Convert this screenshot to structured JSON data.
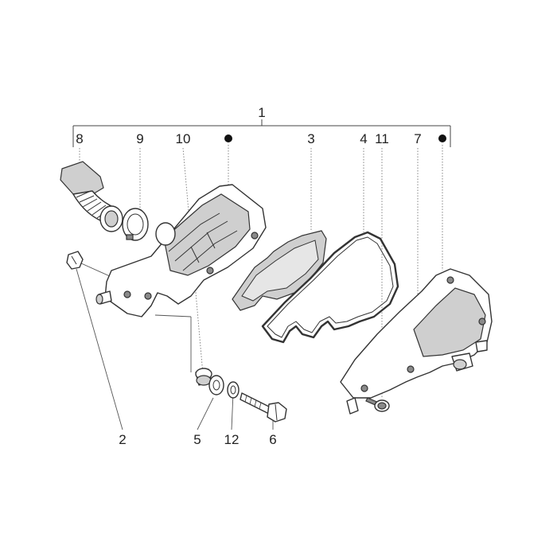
{
  "diagram": {
    "callouts": {
      "c1": "1",
      "c2": "2",
      "c3": "3",
      "c4": "4",
      "c5": "5",
      "c6": "6",
      "c7": "7",
      "c8": "8",
      "c9": "9",
      "c10": "10",
      "c11": "11",
      "c12": "12"
    },
    "marker_color": "#111111",
    "line_color": "#555555"
  }
}
